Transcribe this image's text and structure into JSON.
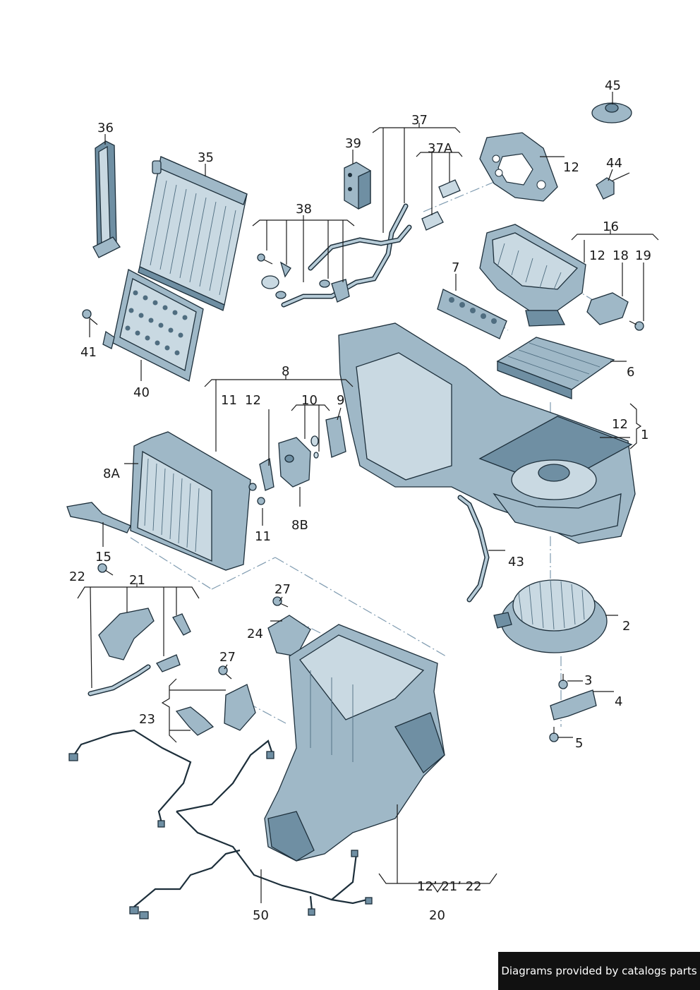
{
  "labels": {
    "l1": "1",
    "l2": "2",
    "l3": "3",
    "l4": "4",
    "l5": "5",
    "l6": "6",
    "l7": "7",
    "l8": "8",
    "l8a": "8A",
    "l8b": "8B",
    "l9": "9",
    "l10": "10",
    "l11a": "11",
    "l11b": "11",
    "l12a": "12",
    "l12b": "12",
    "l12c": "12",
    "l12d": "12",
    "l15": "15",
    "l16": "16",
    "l18": "18",
    "l19": "19",
    "l20": "20",
    "l20sub": "12’ 21’ 22",
    "l21": "21",
    "l22": "22",
    "l23": "23",
    "l24": "24",
    "l27a": "27",
    "l27b": "27",
    "l35": "35",
    "l36": "36",
    "l37": "37",
    "l37a": "37A",
    "l38": "38",
    "l39": "39",
    "l40": "40",
    "l41": "41",
    "l43": "43",
    "l44": "44",
    "l45": "45",
    "l50": "50"
  },
  "footer": {
    "credit": "Diagrams provided by catalogs parts"
  },
  "colors": {
    "part_fill": "#9fb8c7",
    "part_stroke": "#1d2f3b",
    "footer_bg": "#111111"
  }
}
